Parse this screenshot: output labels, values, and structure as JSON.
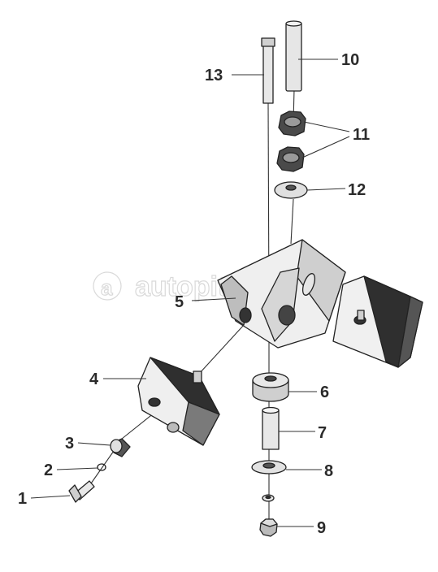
{
  "watermark": "autopiter.ru",
  "callouts": {
    "c1": "1",
    "c2": "2",
    "c3": "3",
    "c4": "4",
    "c5": "5",
    "c6": "6",
    "c7": "7",
    "c8": "8",
    "c9": "9",
    "c10": "10",
    "c11": "11",
    "c12": "12",
    "c13": "13"
  },
  "colors": {
    "light": "#e6e6e6",
    "mid": "#bdbdbd",
    "dark": "#4a4a4a",
    "ink": "#222222"
  }
}
